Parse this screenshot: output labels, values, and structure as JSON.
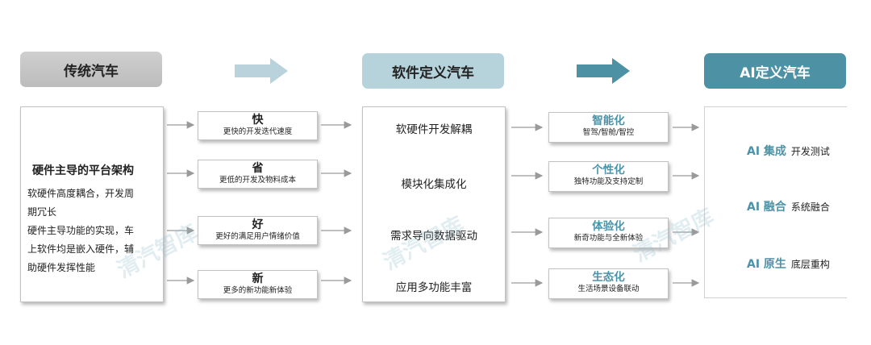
{
  "headers": {
    "traditional": "传统汽车",
    "software_defined": "软件定义汽车",
    "ai_defined": "AI定义汽车"
  },
  "traditional": {
    "title": "硬件主导的平台架构",
    "lines": [
      "软硬件高度耦合，开发周",
      "期冗长",
      "硬件主导功能的实现，车",
      "上软件均是嵌入硬件，辅",
      "助硬件发挥性能"
    ]
  },
  "features": [
    {
      "title": "快",
      "desc": "更快的开发迭代速度"
    },
    {
      "title": "省",
      "desc": "更低的开发及物料成本"
    },
    {
      "title": "好",
      "desc": "更好的满足用户情绪价值"
    },
    {
      "title": "新",
      "desc": "更多的新功能新体验"
    }
  ],
  "software_defined_items": [
    "软硬件开发解耦",
    "模块化集成化",
    "需求导向数据驱动",
    "应用多功能丰富"
  ],
  "trends": [
    {
      "title": "智能化",
      "desc": "智驾/智舱/智控"
    },
    {
      "title": "个性化",
      "desc": "独特功能及支持定制"
    },
    {
      "title": "体验化",
      "desc": "新奇功能与全新体验"
    },
    {
      "title": "生态化",
      "desc": "生活场景设备联动"
    }
  ],
  "ai_defined_items": [
    {
      "tag": "AI 集成",
      "desc": "开发测试"
    },
    {
      "tag": "AI 融合",
      "desc": "系统融合"
    },
    {
      "tag": "AI 原生",
      "desc": "底层重构"
    }
  ],
  "watermark": "清汽智库",
  "colors": {
    "accent": "#4a93a8",
    "header_dark": "#4c91a4",
    "header_light": "#b6d3dc",
    "header_gray": "#c4c4c4",
    "arrow_light": "#b9d2dc",
    "arrow_dark": "#4c91a4"
  }
}
